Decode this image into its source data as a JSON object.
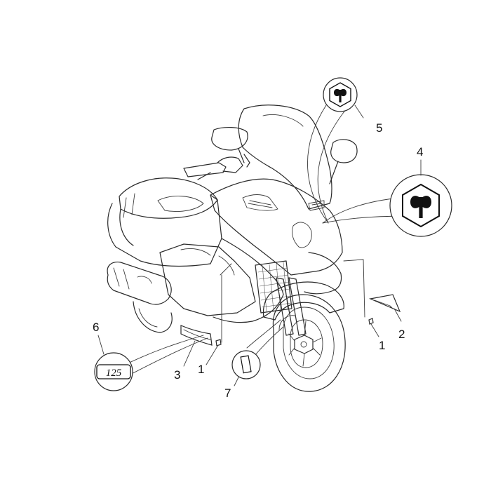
{
  "callouts": {
    "c1a": "1",
    "c1b": "1",
    "c2": "2",
    "c3": "3",
    "c4": "4",
    "c5": "5",
    "c6": "6",
    "c7": "7"
  },
  "badge_125": "125",
  "logo_icon": "piaggio-logo-icon"
}
